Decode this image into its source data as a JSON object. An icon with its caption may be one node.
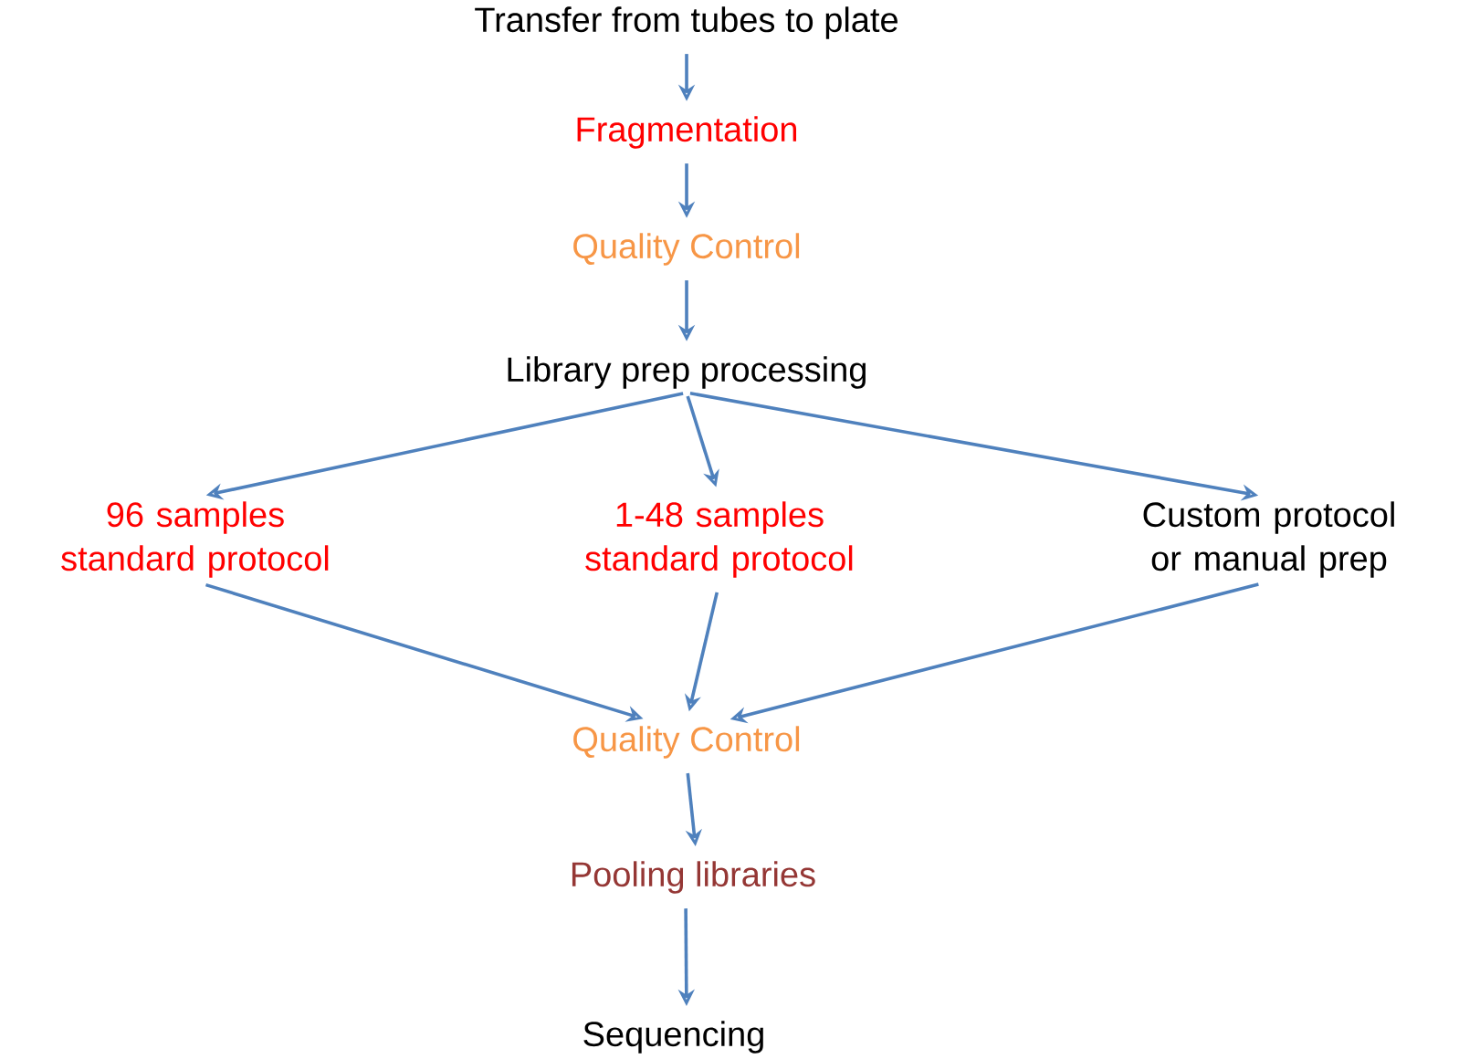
{
  "diagram": {
    "nodes": [
      {
        "text": [
          "Transfer from tubes to plate"
        ]
      },
      {
        "text": [
          "Fragmentation"
        ]
      },
      {
        "text": [
          "Quality Control"
        ]
      },
      {
        "text": [
          "Library prep processing"
        ]
      },
      {
        "text": [
          "96 samples standard protocol"
        ]
      },
      {
        "text": [
          "1-48 samples standard protocol"
        ]
      },
      {
        "text": [
          "Custom protocol or manual prep"
        ]
      },
      {
        "text": [
          "Quality Control"
        ]
      },
      {
        "text": [
          "Pooling libraries"
        ]
      },
      {
        "text": [
          "Sequencing"
        ]
      }
    ],
    "edges": [
      {
        "from": 0,
        "to": 1,
        "arrow": "to"
      },
      {
        "from": 1,
        "to": 2,
        "arrow": "to"
      },
      {
        "from": 2,
        "to": 3,
        "arrow": "to"
      },
      {
        "from": 3,
        "to": 4,
        "arrow": "to"
      },
      {
        "from": 3,
        "to": 5,
        "arrow": "to"
      },
      {
        "from": 3,
        "to": 6,
        "arrow": "to"
      },
      {
        "from": 4,
        "to": 7,
        "arrow": "to"
      },
      {
        "from": 5,
        "to": 7,
        "arrow": "to"
      },
      {
        "from": 6,
        "to": 7,
        "arrow": "to"
      },
      {
        "from": 7,
        "to": 8,
        "arrow": "to"
      },
      {
        "from": 8,
        "to": 9,
        "arrow": "to"
      }
    ]
  }
}
